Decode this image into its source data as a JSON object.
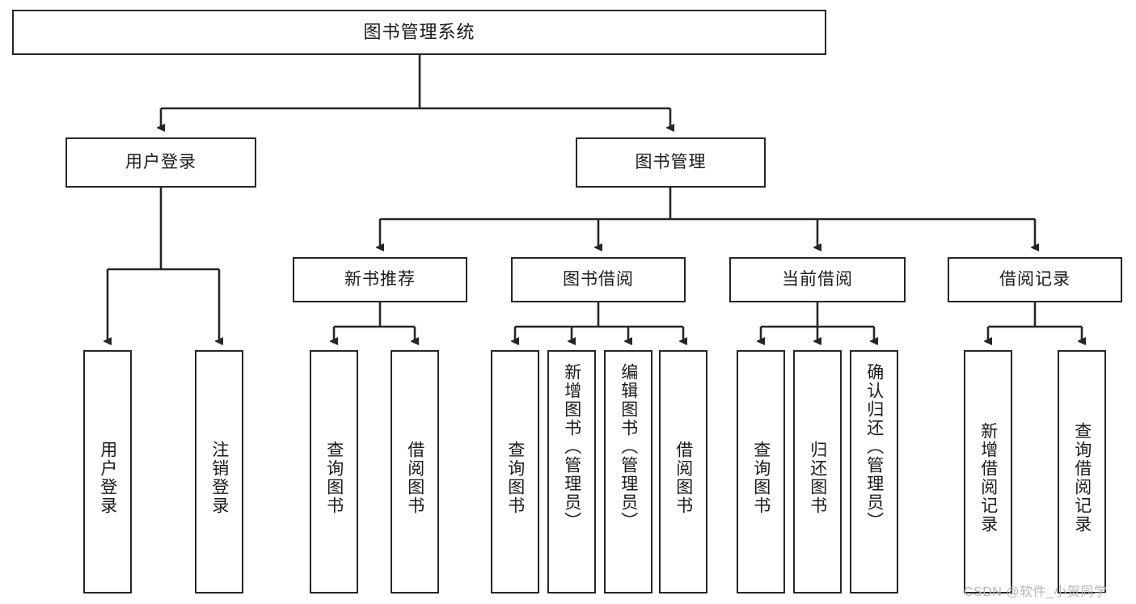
{
  "diagram": {
    "title_node": {
      "label": "图书管理系统"
    },
    "level2": [
      {
        "label": "用户登录"
      },
      {
        "label": "图书管理"
      }
    ],
    "level3": [
      {
        "label": "新书推荐"
      },
      {
        "label": "图书借阅"
      },
      {
        "label": "当前借阅"
      },
      {
        "label": "借阅记录"
      }
    ],
    "leaves": {
      "user_login": [
        {
          "label": "用户登录"
        },
        {
          "label": "注销登录"
        }
      ],
      "new_book": [
        {
          "label": "查询图书"
        },
        {
          "label": "借阅图书"
        }
      ],
      "book_borrow": [
        {
          "label": "查询图书"
        },
        {
          "label": "新增图书（管理员）"
        },
        {
          "label": "编辑图书（管理员）"
        },
        {
          "label": "借阅图书"
        }
      ],
      "current_borrow": [
        {
          "label": "查询图书"
        },
        {
          "label": "归还图书"
        },
        {
          "label": "确认归还（管理员）"
        }
      ],
      "borrow_record": [
        {
          "label": "新增借阅记录"
        },
        {
          "label": "查询借阅记录"
        }
      ]
    }
  },
  "watermark": {
    "text": "CSDN @软件_小贺同学"
  },
  "colors": {
    "stroke": "#262626",
    "background": "#ffffff",
    "text": "#1a1a1a",
    "watermark": "#b6b6b6"
  }
}
